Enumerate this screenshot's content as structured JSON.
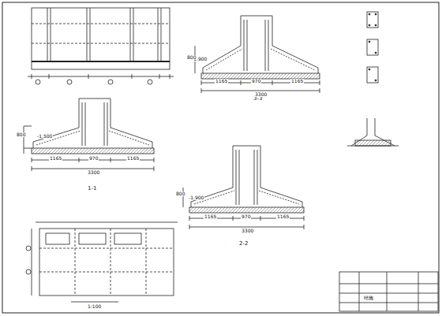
{
  "diagram": {
    "labels": [
      "1-1",
      "1165",
      "970",
      "1165",
      "3300",
      "2-2",
      "1165",
      "970",
      "1165",
      "3300",
      "3-3",
      "1165",
      "970",
      "1165",
      "3300",
      "-1.500",
      "-1.900",
      "-1.900",
      "1:100",
      "800",
      "800",
      "800",
      "结施"
    ]
  }
}
